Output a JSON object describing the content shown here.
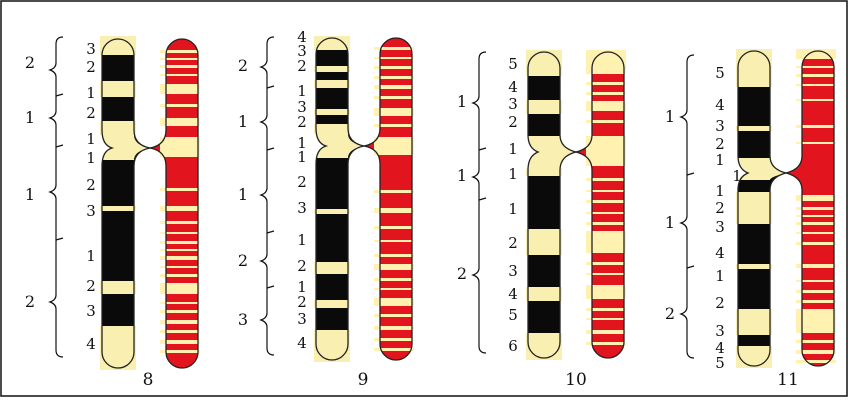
{
  "colors": {
    "pale": "#f8efb0",
    "dark": "#0a0a0a",
    "red": "#e2141e",
    "redBand": "#fff2b0",
    "outline": "#222222",
    "frame": "#111111",
    "text": "#111111"
  },
  "chromosomes": [
    {
      "number": "8",
      "regions": [
        "2",
        "1",
        "1",
        "2"
      ],
      "bands": [
        "3",
        "2",
        "1",
        "2",
        "1",
        "1",
        "2",
        "3",
        "1",
        "2",
        "3",
        "4"
      ]
    },
    {
      "number": "9",
      "regions": [
        "2",
        "1",
        "1",
        "2",
        "3"
      ],
      "bands": [
        "4",
        "3",
        "2",
        "1",
        "3",
        "2",
        "1",
        "1",
        "2",
        "3",
        "1",
        "2",
        "1",
        "2",
        "3",
        "4"
      ]
    },
    {
      "number": "10",
      "regions": [
        "1",
        "1",
        "2"
      ],
      "bands": [
        "5",
        "4",
        "3",
        "2",
        "1",
        "1",
        "1",
        "2",
        "3",
        "4",
        "5",
        "6"
      ]
    },
    {
      "number": "11",
      "regions": [
        "1",
        "1",
        "2"
      ],
      "bands": [
        "5",
        "4",
        "3",
        "2",
        "1",
        "1",
        "1",
        "2",
        "3",
        "4",
        "1",
        "2",
        "3",
        "4",
        "5"
      ]
    }
  ]
}
